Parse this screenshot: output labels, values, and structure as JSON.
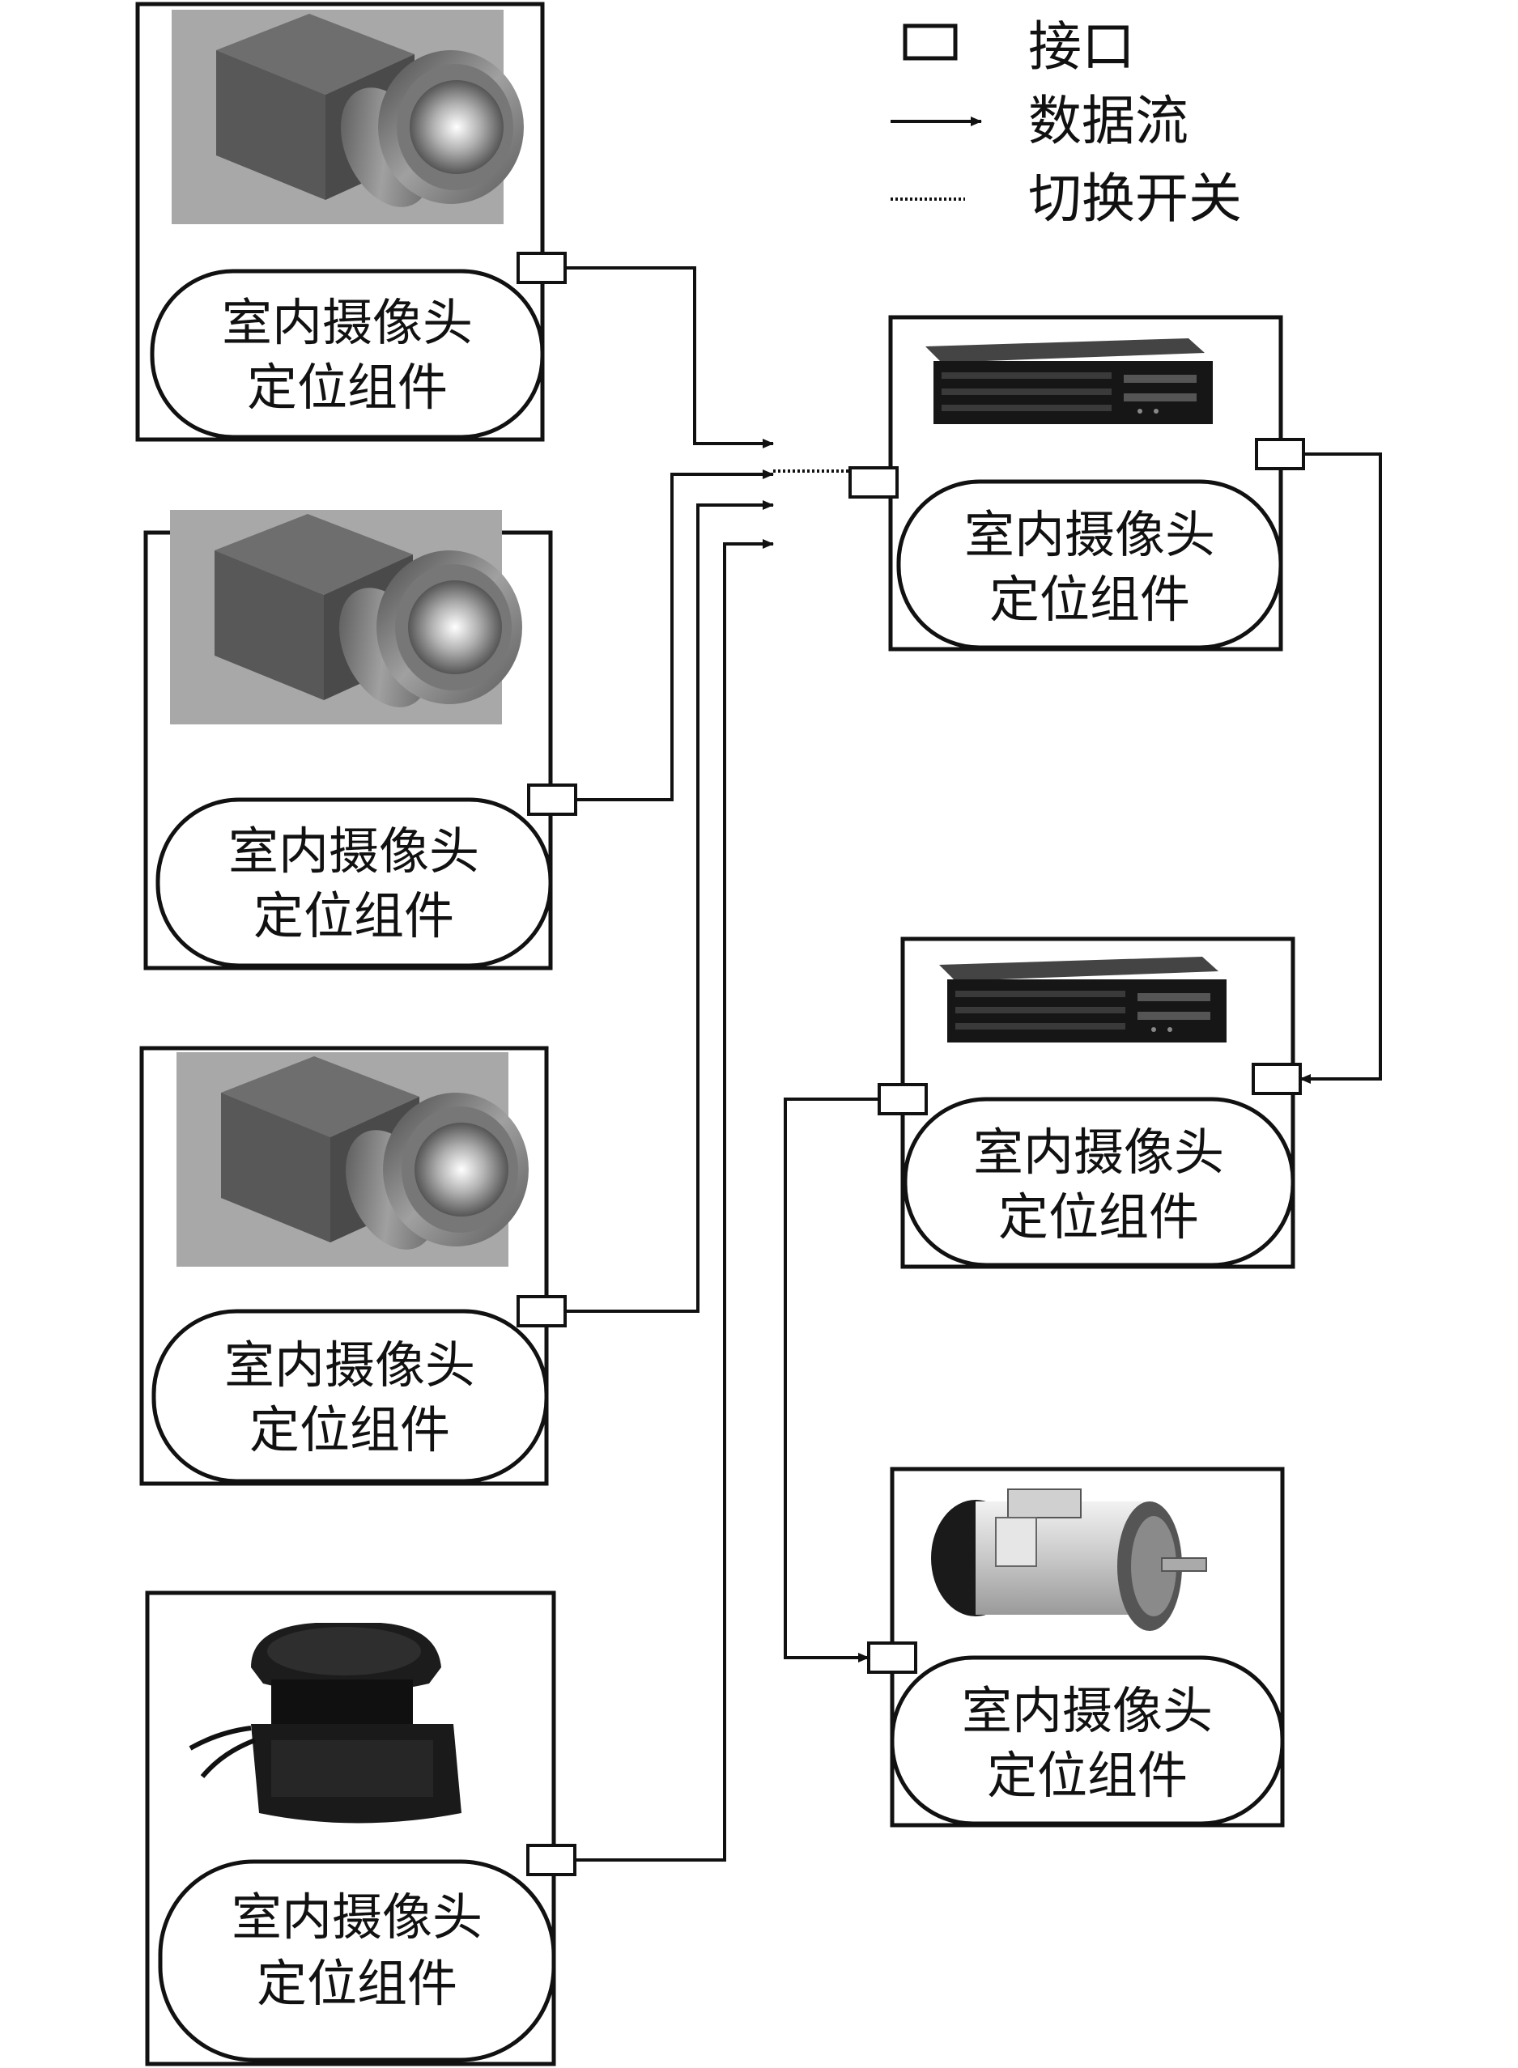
{
  "legend": {
    "interface": "接口",
    "data_flow": "数据流",
    "switch": "切换开关"
  },
  "modules": {
    "cam1": {
      "icon": "camera-icon",
      "line1": "室内摄像头",
      "line2": "定位组件"
    },
    "cam2": {
      "icon": "camera-icon",
      "line1": "室内摄像头",
      "line2": "定位组件"
    },
    "cam3": {
      "icon": "camera-icon",
      "line1": "室内摄像头",
      "line2": "定位组件"
    },
    "lidar": {
      "icon": "lidar-sensor-icon",
      "line1": "室内摄像头",
      "line2": "定位组件"
    },
    "srv1": {
      "icon": "rack-server-icon",
      "line1": "室内摄像头",
      "line2": "定位组件"
    },
    "srv2": {
      "icon": "rack-server-icon",
      "line1": "室内摄像头",
      "line2": "定位组件"
    },
    "motor": {
      "icon": "motor-icon",
      "line1": "室内摄像头",
      "line2": "定位组件"
    }
  }
}
